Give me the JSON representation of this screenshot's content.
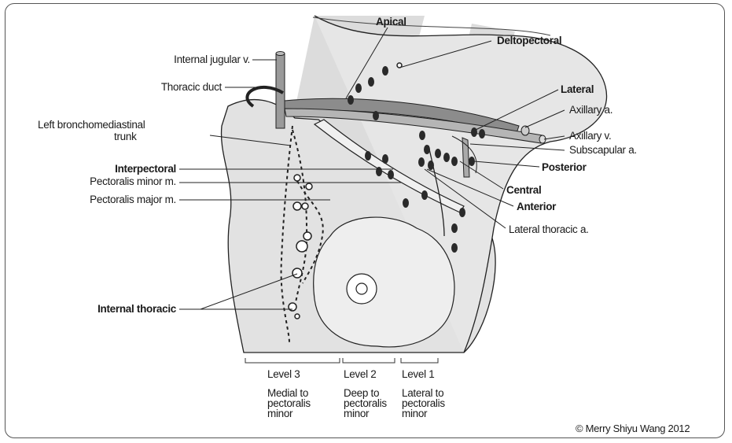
{
  "labels": {
    "apical": "Apical",
    "deltopectoral": "Deltopectoral",
    "internal_jugular": "Internal jugular v.",
    "thoracic_duct": "Thoracic duct",
    "left_bronchomediastinal_1": "Left bronchomediastinal",
    "left_bronchomediastinal_2": "trunk",
    "interpectoral": "Interpectoral",
    "pectoralis_minor": "Pectoralis minor m.",
    "pectoralis_major": "Pectoralis major m.",
    "internal_thoracic": "Internal thoracic",
    "lateral": "Lateral",
    "axillary_a": "Axillary a.",
    "axillary_v": "Axillary v.",
    "subscapular_a": "Subscapular a.",
    "posterior": "Posterior",
    "central": "Central",
    "anterior": "Anterior",
    "lateral_thoracic_a": "Lateral thoracic a."
  },
  "levels": [
    {
      "title": "Level 3",
      "lines": [
        "Medial to",
        "pectoralis",
        "minor"
      ]
    },
    {
      "title": "Level 2",
      "lines": [
        "Deep to",
        "pectoralis",
        "minor"
      ]
    },
    {
      "title": "Level 1",
      "lines": [
        "Lateral to",
        "pectoralis",
        "minor"
      ]
    }
  ],
  "copyright": "© Merry Shiyu Wang 2012",
  "colors": {
    "shade": "#d9d9d9",
    "line": "#222222",
    "vessel": "#8c8c8c",
    "node": "#333333"
  }
}
